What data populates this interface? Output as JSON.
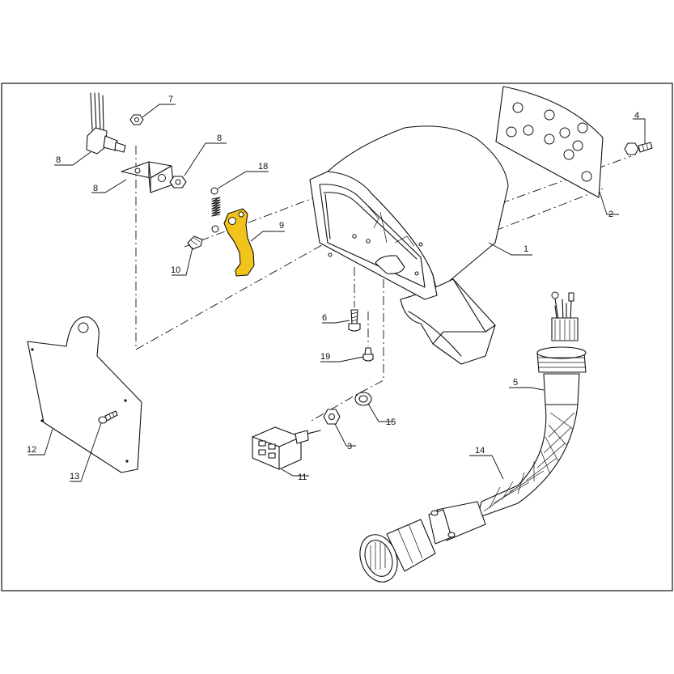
{
  "diagram": {
    "highlight_color": "#f2c31a",
    "line_color": "#111111",
    "background": "#ffffff",
    "callouts": [
      {
        "id": "c1",
        "label": "1"
      },
      {
        "id": "c2",
        "label": "2"
      },
      {
        "id": "c3",
        "label": "3"
      },
      {
        "id": "c4",
        "label": "4"
      },
      {
        "id": "c5",
        "label": "5"
      },
      {
        "id": "c6",
        "label": "6"
      },
      {
        "id": "c7",
        "label": "7"
      },
      {
        "id": "c8a",
        "label": "8"
      },
      {
        "id": "c8b",
        "label": "8"
      },
      {
        "id": "c8c",
        "label": "8"
      },
      {
        "id": "c9",
        "label": "9"
      },
      {
        "id": "c10",
        "label": "10"
      },
      {
        "id": "c11",
        "label": "11"
      },
      {
        "id": "c12",
        "label": "12"
      },
      {
        "id": "c13",
        "label": "13"
      },
      {
        "id": "c14",
        "label": "14"
      },
      {
        "id": "c15",
        "label": "15"
      },
      {
        "id": "c18",
        "label": "18"
      },
      {
        "id": "c19",
        "label": "19"
      }
    ]
  }
}
